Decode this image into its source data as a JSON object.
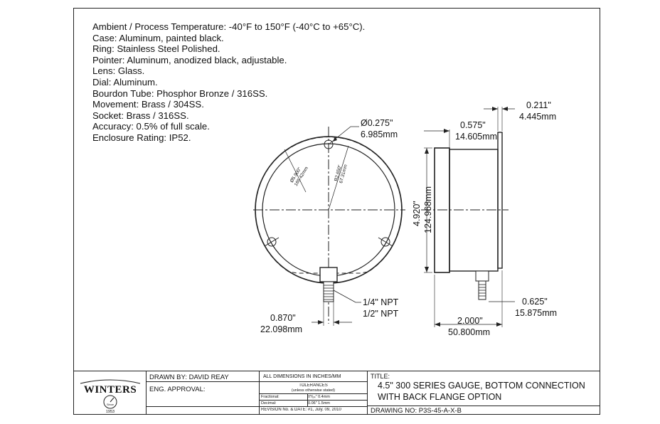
{
  "notes": [
    "Ambient / Process Temperature: -40°F to 150°F (-40°C to +65°C).",
    "Case: Aluminum, painted black.",
    "Ring: Stainless Steel Polished.",
    "Pointer: Aluminum, anodized black, adjustable.",
    "Lens: Glass.",
    "Dial: Aluminum.",
    "Bourdon Tube: Phosphor Bronze / 316SS.",
    "Movement: Brass / 304SS.",
    "Socket: Brass / 316SS.",
    "Accuracy: 0.5% of full scale.",
    "Enclosure Rating: IP52."
  ],
  "dims": {
    "hole_in": "Ø0.275\"",
    "hole_mm": "6.985mm",
    "r_in": "R2.650\"",
    "r_mm": "67.31mm",
    "d_in": "Ø5.900\"",
    "d_mm": "165.42mm",
    "npt1": "1/4\" NPT",
    "npt2": "1/2\" NPT",
    "stem_in": "0.870\"",
    "stem_mm": "22.098mm",
    "flange_in": "0.211\"",
    "flange_mm": "4.445mm",
    "depth_in": "0.575\"",
    "depth_mm": "14.605mm",
    "height_in": "4.920\"",
    "height_mm": "124.968mm",
    "back_in": "0.625\"",
    "back_mm": "15.875mm",
    "total_in": "2.000\"",
    "total_mm": "50.800mm"
  },
  "titleblock": {
    "logo": "WINTERS",
    "logo_since": "Since",
    "logo_year": "1953",
    "drawn_by": "DRAWN BY: DAVID REAY",
    "eng_approval": "ENG. APPROVAL:",
    "all_dims": "ALL DIMENSIONS IN INCHES/MM",
    "tolerances": "TOLERANCES",
    "tol_note": "(unless otherwise stated)",
    "fractional_label": "Fractional:",
    "fractional_value": "±⅟₆₄\" 0.4mm",
    "decimal_label": "Decimal:",
    "decimal_value": "0.06\" 1.5mm",
    "revision": "REVISION No. & DATE: #1, July. 09, 2010",
    "title_label": "TITLE:",
    "title_line1": "4.5\" 300 SERIES GAUGE, BOTTOM CONNECTION",
    "title_line2": "WITH BACK FLANGE OPTION",
    "drawing_no": "DRAWING NO: P3S-45-A-X-B"
  }
}
